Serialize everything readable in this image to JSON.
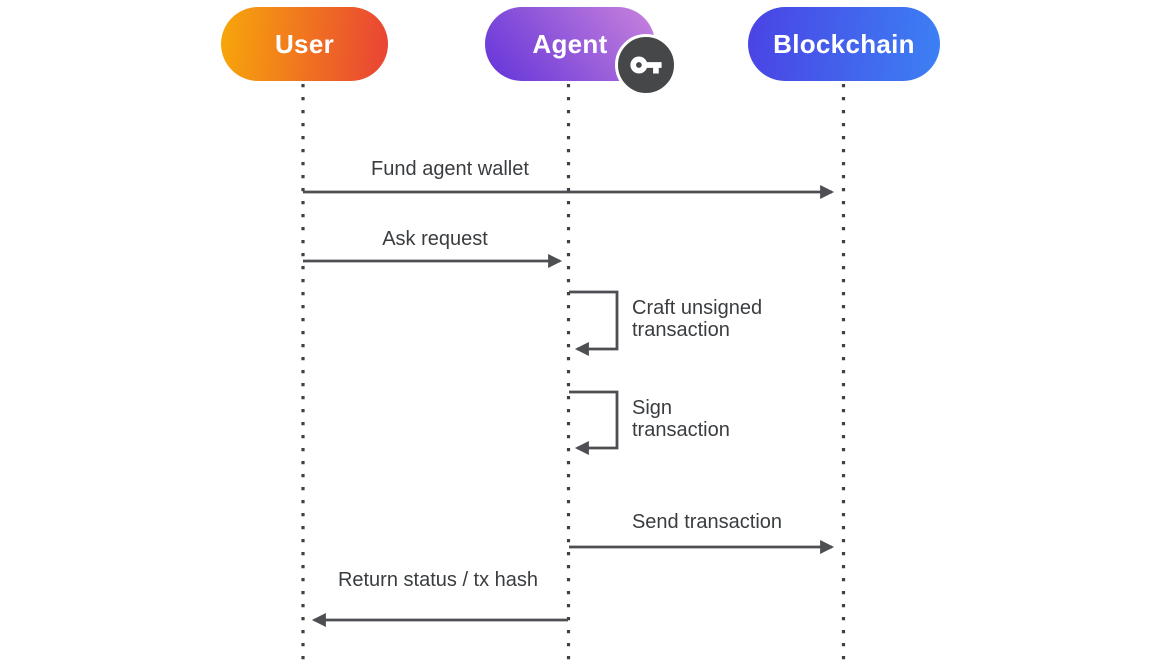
{
  "diagram": {
    "actors": [
      {
        "label": "User",
        "color_from": "#F7A70A",
        "color_to": "#E94235"
      },
      {
        "label": "Agent",
        "color_from": "#6233D9",
        "color_to": "#C983DC",
        "badge_icon": "key-icon"
      },
      {
        "label": "Blockchain",
        "color_from": "#4A43E4",
        "color_to": "#3C80F4"
      }
    ],
    "messages": [
      {
        "label": "Fund agent wallet",
        "from": "User",
        "to": "Blockchain",
        "type": "arrow"
      },
      {
        "label": "Ask request",
        "from": "User",
        "to": "Agent",
        "type": "arrow"
      },
      {
        "label": "Craft unsigned transaction",
        "from": "Agent",
        "to": "Agent",
        "type": "self"
      },
      {
        "label": "Sign transaction",
        "from": "Agent",
        "to": "Agent",
        "type": "self"
      },
      {
        "label": "Send transaction",
        "from": "Agent",
        "to": "Blockchain",
        "type": "arrow"
      },
      {
        "label": "Return status / tx hash",
        "from": "Agent",
        "to": "User",
        "type": "arrow"
      }
    ],
    "colors": {
      "arrow_line": "#4D4F52",
      "lifeline": "#3E4043",
      "label_text": "#3A3D40",
      "badge_bg": "#454749",
      "badge_glyph": "#FFFFFF"
    }
  }
}
